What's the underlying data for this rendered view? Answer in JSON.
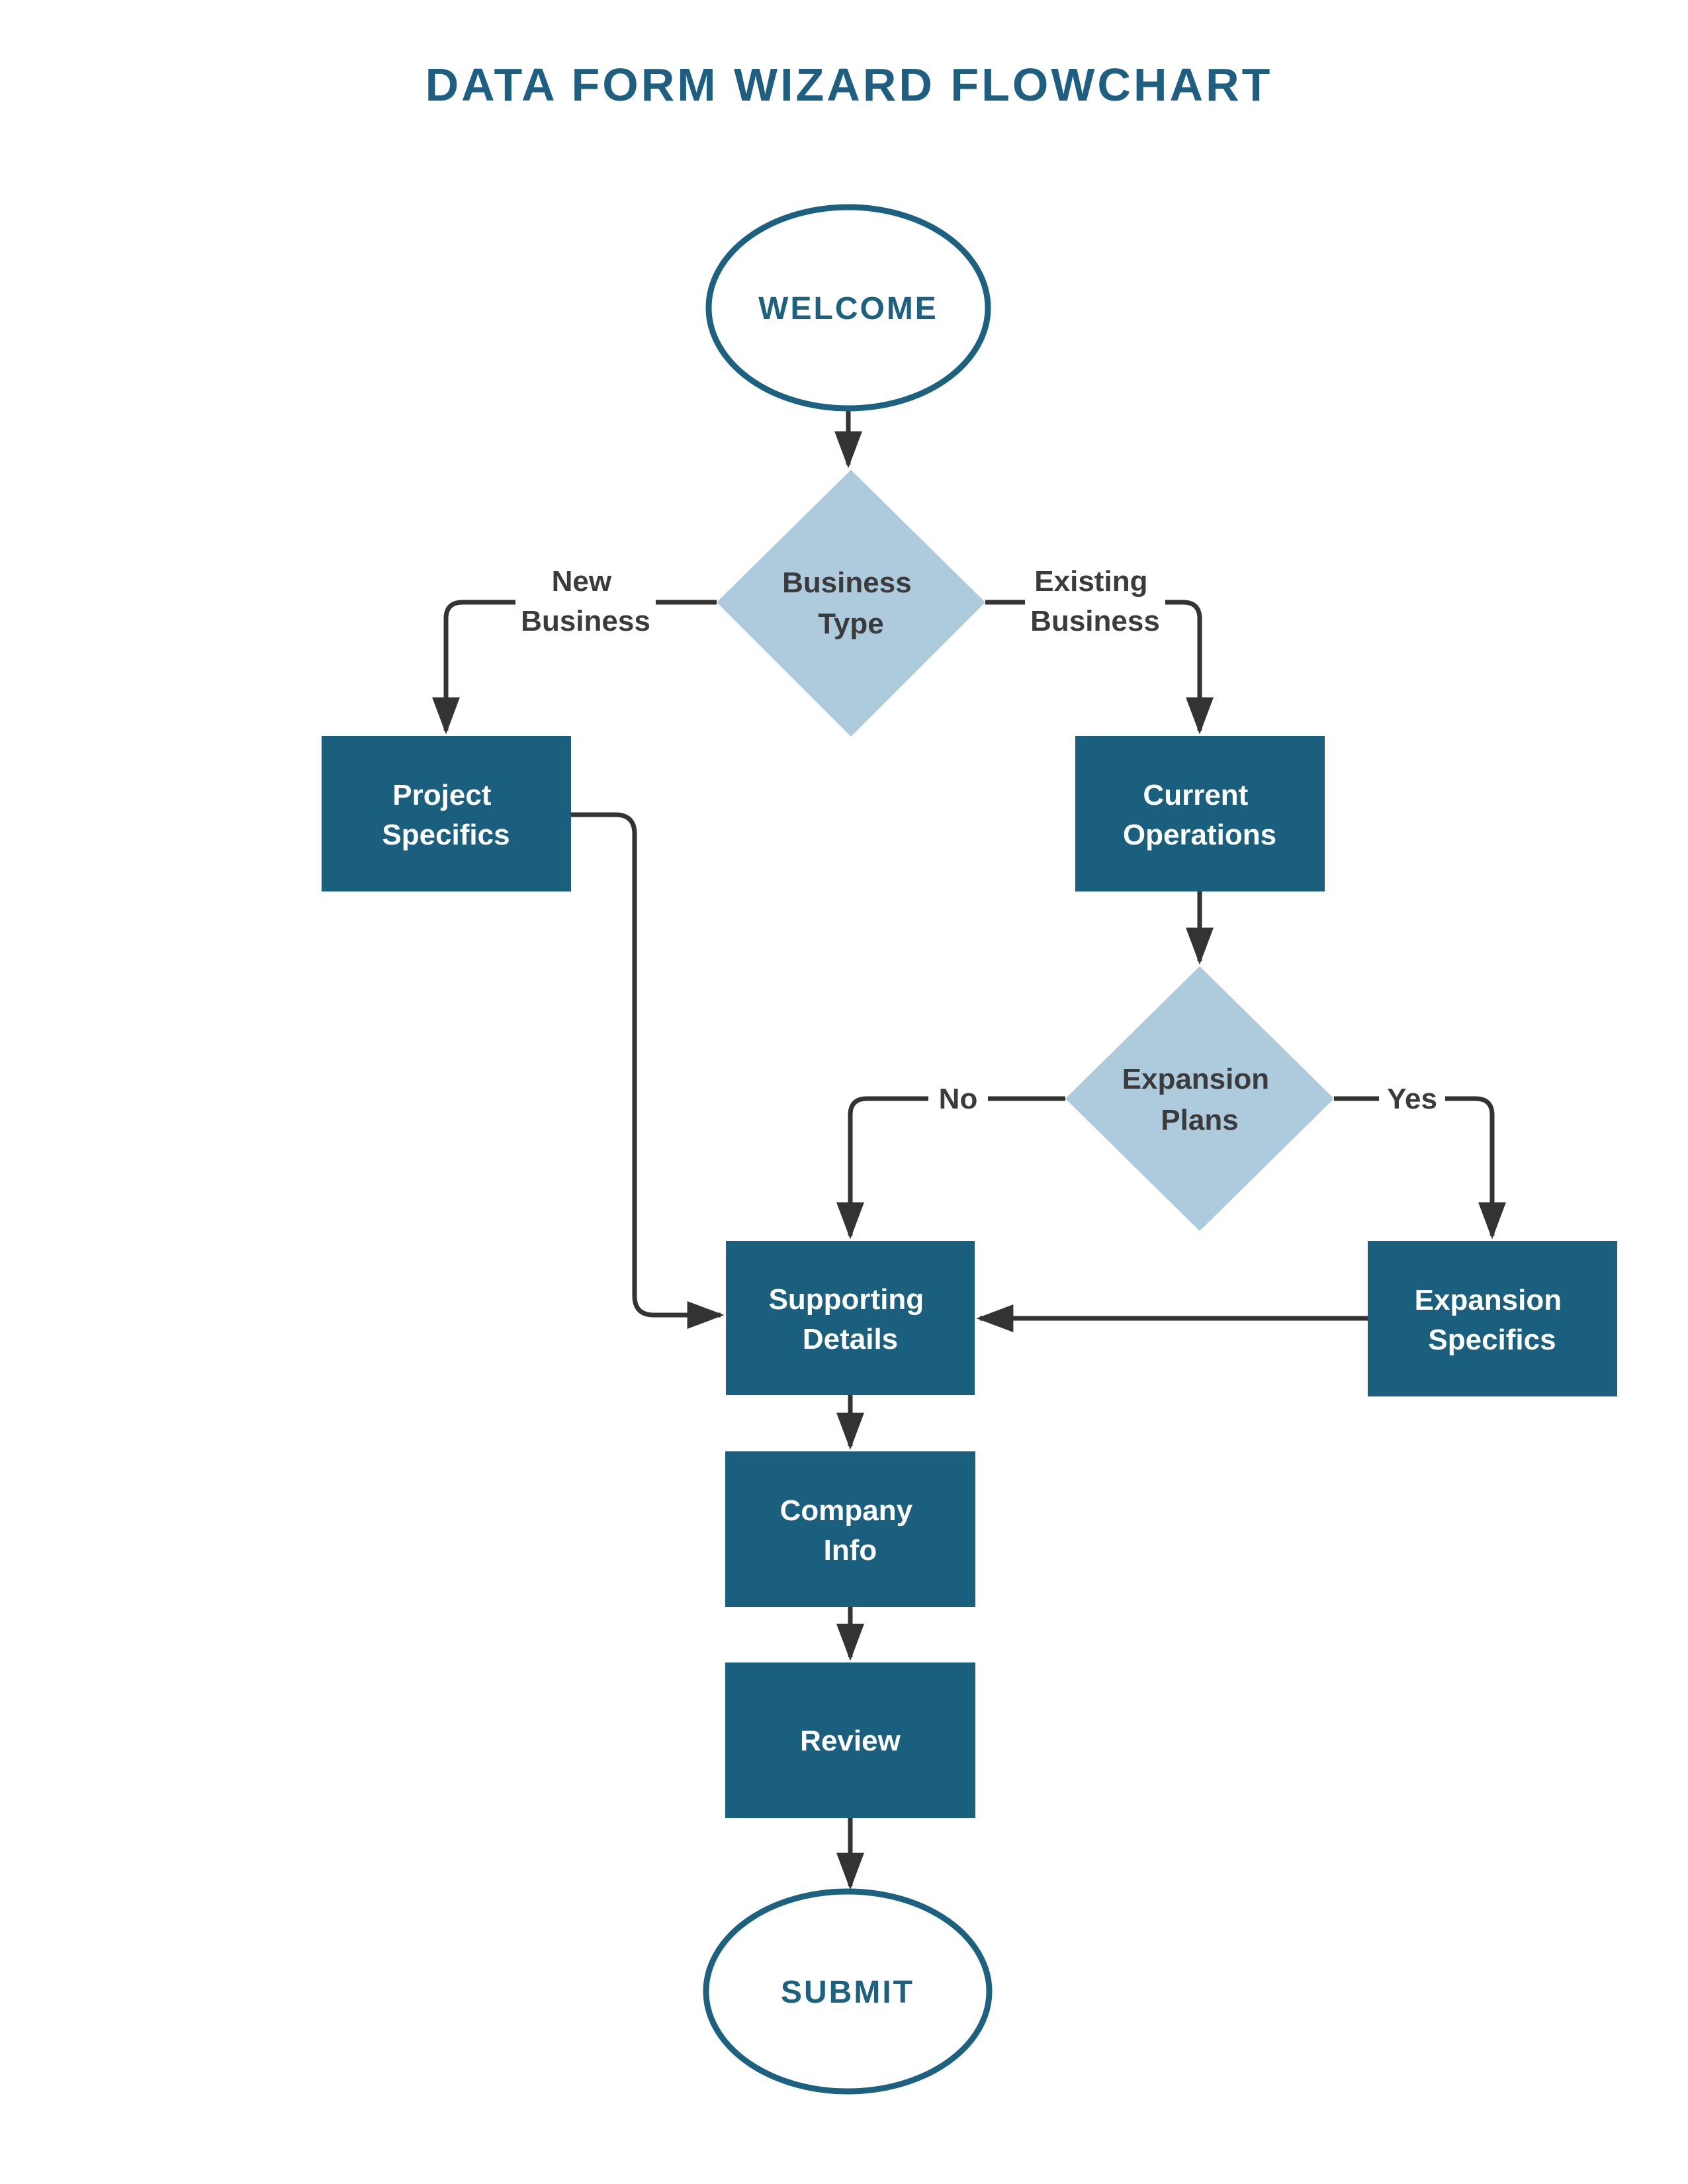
{
  "title": "DATA FORM WIZARD FLOWCHART",
  "colors": {
    "background": "#FFFFFF",
    "title": "#1E5E80",
    "node_fill": "#1A5F7E",
    "node_text": "#FFFFFF",
    "decision_fill": "#AECBDE",
    "decision_text": "#3B3B3B",
    "label_text": "#3B3B3B",
    "terminal_border": "#1C6180",
    "terminal_text": "#1C6180",
    "connector": "#333333"
  },
  "nodes": {
    "welcome": {
      "label": "WELCOME",
      "type": "terminal"
    },
    "business_type": {
      "line1": "Business",
      "line2": "Type",
      "type": "decision"
    },
    "project_specifics": {
      "line1": "Project",
      "line2": "Specifics",
      "type": "process"
    },
    "current_operations": {
      "line1": "Current",
      "line2": "Operations",
      "type": "process"
    },
    "expansion_plans": {
      "line1": "Expansion",
      "line2": "Plans",
      "type": "decision"
    },
    "supporting_details": {
      "line1": "Supporting",
      "line2": "Details",
      "type": "process"
    },
    "expansion_specifics": {
      "line1": "Expansion",
      "line2": "Specifics",
      "type": "process"
    },
    "company_info": {
      "line1": "Company",
      "line2": "Info",
      "type": "process"
    },
    "review": {
      "label": "Review",
      "type": "process"
    },
    "submit": {
      "label": "SUBMIT",
      "type": "terminal"
    }
  },
  "edge_labels": {
    "new_business": {
      "line1": "New",
      "line2": "Business"
    },
    "existing_business": {
      "line1": "Existing",
      "line2": "Business"
    },
    "no": "No",
    "yes": "Yes"
  }
}
